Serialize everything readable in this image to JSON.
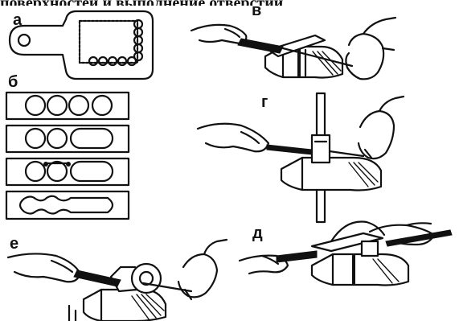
{
  "header": {
    "cut_off_text": "поверхностей и выполнение отверстий"
  },
  "panels": {
    "a": {
      "label": "а"
    },
    "b": {
      "label": "б"
    },
    "v": {
      "label": "в"
    },
    "g": {
      "label": "г"
    },
    "e": {
      "label": "е"
    },
    "d": {
      "label": "д"
    }
  }
}
